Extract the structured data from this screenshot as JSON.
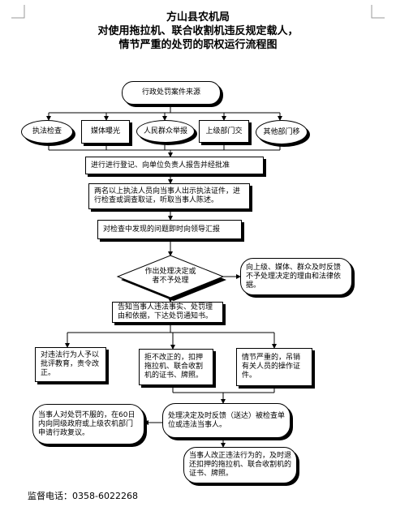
{
  "title": {
    "line1": "方山县农机局",
    "line2": "对使用拖拉机、联合收割机违反规定载人，",
    "line3": "情节严重的处罚的职权运行流程图"
  },
  "nodes": {
    "source": "行政处罚案件来源",
    "src1": "执法检查",
    "src2": "媒体曝光",
    "src3": "人民群众举报",
    "src4": "上级部门交",
    "src5": "其他部门移",
    "register": "进行进行登记、向单位负责人报告并经批准",
    "investigate": "两名以上执法人员向当事人出示执法证件，进行检查或调查取证，听取当事人陈述。",
    "report": "对检查中发现的问题即时向领导汇报",
    "decision": "作出处理决定或者不予处理",
    "feedback": "向上级、媒体、群众及时反馈不予处理决定的理由和法律依据。",
    "notify": "告知当事人违法事实、处罚理由和依据，下达处罚通知书。",
    "branch1": "对违法行为人予以批评教育，责令改正。",
    "branch2": "拒不改正的，扣押拖拉机、联合收割机的证书、牌照。",
    "branch3": "情节严重的，吊销有关人员的操作证件。",
    "deliver": "处理决定及时反馈（送达）被检查单位或违法当事人。",
    "appeal": "当事人对处罚不服的，在60日内向同级政府或上级农机部门申请行政复议。",
    "return": "当事人改正违法行为的，及时退还扣押的拖拉机、联合收割机的证书、牌照。"
  },
  "footer": {
    "hotline": "监督电话：0358-6022268"
  }
}
